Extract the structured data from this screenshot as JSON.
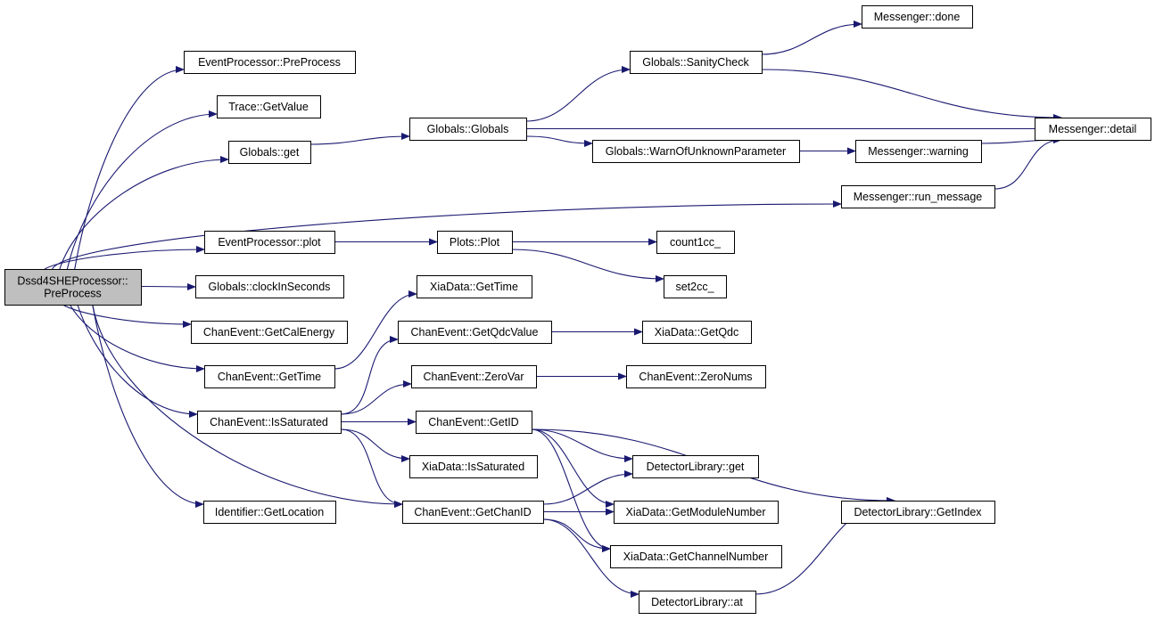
{
  "nodes": [
    {
      "id": "root",
      "lines": [
        "Dssd4SHEProcessor::",
        "PreProcess"
      ],
      "root": true
    },
    {
      "id": "ep_pre",
      "lines": [
        "EventProcessor::PreProcess"
      ]
    },
    {
      "id": "trace_gv",
      "lines": [
        "Trace::GetValue"
      ]
    },
    {
      "id": "glob_get",
      "lines": [
        "Globals::get"
      ]
    },
    {
      "id": "ep_plot",
      "lines": [
        "EventProcessor::plot"
      ]
    },
    {
      "id": "glob_clock",
      "lines": [
        "Globals::clockInSeconds"
      ]
    },
    {
      "id": "ce_cal",
      "lines": [
        "ChanEvent::GetCalEnergy"
      ]
    },
    {
      "id": "ce_time",
      "lines": [
        "ChanEvent::GetTime"
      ]
    },
    {
      "id": "ce_sat",
      "lines": [
        "ChanEvent::IsSaturated"
      ]
    },
    {
      "id": "id_loc",
      "lines": [
        "Identifier::GetLocation"
      ]
    },
    {
      "id": "glob_glob",
      "lines": [
        "Globals::Globals"
      ]
    },
    {
      "id": "plots_plot",
      "lines": [
        "Plots::Plot"
      ]
    },
    {
      "id": "xia_time",
      "lines": [
        "XiaData::GetTime"
      ]
    },
    {
      "id": "ce_qdc",
      "lines": [
        "ChanEvent::GetQdcValue"
      ]
    },
    {
      "id": "ce_zvar",
      "lines": [
        "ChanEvent::ZeroVar"
      ]
    },
    {
      "id": "ce_id",
      "lines": [
        "ChanEvent::GetID"
      ]
    },
    {
      "id": "xia_sat",
      "lines": [
        "XiaData::IsSaturated"
      ]
    },
    {
      "id": "ce_chid",
      "lines": [
        "ChanEvent::GetChanID"
      ]
    },
    {
      "id": "glob_sanity",
      "lines": [
        "Globals::SanityCheck"
      ]
    },
    {
      "id": "glob_warn",
      "lines": [
        "Globals::WarnOfUnknownParameter"
      ]
    },
    {
      "id": "msg_run",
      "lines": [
        "Messenger::run_message"
      ]
    },
    {
      "id": "count1cc",
      "lines": [
        "count1cc_"
      ]
    },
    {
      "id": "set2cc",
      "lines": [
        "set2cc_"
      ]
    },
    {
      "id": "xia_qdc",
      "lines": [
        "XiaData::GetQdc"
      ]
    },
    {
      "id": "ce_znums",
      "lines": [
        "ChanEvent::ZeroNums"
      ]
    },
    {
      "id": "dl_get",
      "lines": [
        "DetectorLibrary::get"
      ]
    },
    {
      "id": "xia_mod",
      "lines": [
        "XiaData::GetModuleNumber"
      ]
    },
    {
      "id": "xia_chan",
      "lines": [
        "XiaData::GetChannelNumber"
      ]
    },
    {
      "id": "dl_at",
      "lines": [
        "DetectorLibrary::at"
      ]
    },
    {
      "id": "msg_done",
      "lines": [
        "Messenger::done"
      ]
    },
    {
      "id": "msg_warning",
      "lines": [
        "Messenger::warning"
      ]
    },
    {
      "id": "msg_detail",
      "lines": [
        "Messenger::detail"
      ]
    },
    {
      "id": "dl_index",
      "lines": [
        "DetectorLibrary::GetIndex"
      ]
    }
  ],
  "edges": [
    [
      "root",
      "ep_pre"
    ],
    [
      "root",
      "trace_gv"
    ],
    [
      "root",
      "glob_get"
    ],
    [
      "root",
      "msg_run"
    ],
    [
      "root",
      "ep_plot"
    ],
    [
      "root",
      "glob_clock"
    ],
    [
      "root",
      "ce_cal"
    ],
    [
      "root",
      "ce_time"
    ],
    [
      "root",
      "ce_sat"
    ],
    [
      "root",
      "id_loc"
    ],
    [
      "root",
      "ce_chid"
    ],
    [
      "glob_get",
      "glob_glob"
    ],
    [
      "glob_glob",
      "glob_sanity"
    ],
    [
      "glob_glob",
      "msg_detail"
    ],
    [
      "glob_glob",
      "glob_warn"
    ],
    [
      "glob_sanity",
      "msg_done"
    ],
    [
      "glob_sanity",
      "msg_detail"
    ],
    [
      "glob_warn",
      "msg_warning"
    ],
    [
      "msg_warning",
      "msg_detail"
    ],
    [
      "msg_run",
      "msg_detail"
    ],
    [
      "ep_plot",
      "plots_plot"
    ],
    [
      "plots_plot",
      "count1cc"
    ],
    [
      "plots_plot",
      "set2cc"
    ],
    [
      "ce_time",
      "xia_time"
    ],
    [
      "ce_sat",
      "ce_qdc"
    ],
    [
      "ce_sat",
      "ce_zvar"
    ],
    [
      "ce_sat",
      "ce_id"
    ],
    [
      "ce_sat",
      "xia_sat"
    ],
    [
      "ce_sat",
      "ce_chid"
    ],
    [
      "ce_qdc",
      "xia_qdc"
    ],
    [
      "ce_zvar",
      "ce_znums"
    ],
    [
      "ce_id",
      "dl_index"
    ],
    [
      "ce_id",
      "dl_get"
    ],
    [
      "ce_id",
      "xia_mod"
    ],
    [
      "ce_id",
      "xia_chan"
    ],
    [
      "ce_chid",
      "dl_get"
    ],
    [
      "ce_chid",
      "xia_mod"
    ],
    [
      "ce_chid",
      "xia_chan"
    ],
    [
      "ce_chid",
      "dl_at"
    ],
    [
      "dl_at",
      "dl_index"
    ]
  ]
}
